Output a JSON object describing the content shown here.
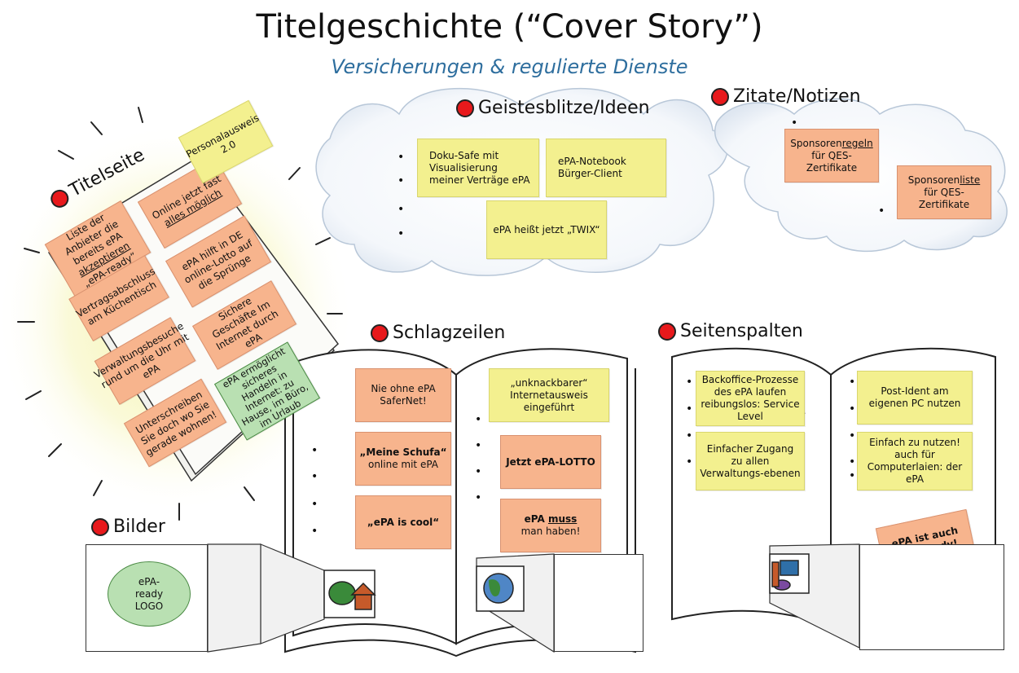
{
  "title": "Titelgeschichte (“Cover Story”)",
  "subtitle": "Versicherungen & regulierte Dienste",
  "sections": {
    "titelseite": "Titelseite",
    "geistesblitze": "Geistesblitze/Ideen",
    "zitate": "Zitate/Notizen",
    "schlagzeilen": "Schlagzeilen",
    "seitenspalten": "Seitenspalten",
    "bilder": "Bilder"
  },
  "titelseite": {
    "personalausweis": "Personalausweis 2.0",
    "notes": [
      {
        "pre": "Liste der Anbieter die bereits ePA ",
        "u": "akzeptieren",
        "post": " „ePA-ready“"
      },
      {
        "pre": "Online jetzt fast ",
        "u": "alles möglich",
        "post": ""
      },
      {
        "pre": "Vertragsabschluss am Küchentisch",
        "u": "",
        "post": ""
      },
      {
        "pre": "ePA hilft in DE online-Lotto auf die Sprünge",
        "u": "",
        "post": ""
      },
      {
        "pre": "Verwaltungsbesuche rund um die Uhr mit ePA",
        "u": "",
        "post": ""
      },
      {
        "pre": "Sichere Geschäfte Im Internet durch ePA",
        "u": "",
        "post": ""
      },
      {
        "pre": "Unterschreiben Sie doch wo Sie gerade wohnen!",
        "u": "",
        "post": ""
      },
      {
        "pre": "ePA ermöglicht sicheres Handeln in Internet: zu Hause, im Büro, im Urlaub",
        "u": "",
        "post": ""
      }
    ]
  },
  "ideas": {
    "doku_safe": "Doku-Safe mit Visualisierung meiner Verträge ePA",
    "notebook": "ePA-Notebook Bürger-Client",
    "twix": "ePA heißt jetzt „TWIX“"
  },
  "notes": {
    "regeln_pre": "Sponsoren",
    "regeln_u": "regeln",
    "regeln_post": "für QES-Zertifikate",
    "liste_pre": "Sponsoren",
    "liste_u": "liste",
    "liste_post": "für QES-Zertifikate"
  },
  "schlagzeilen": {
    "safernet": "Nie ohne ePA SaferNet!",
    "schufa_b": "„Meine Schufa“",
    "schufa_rest": "online mit ePA",
    "cool": "„ePA is cool“",
    "ausweis": "„unknackbarer“ Internetausweis eingeführt",
    "lotto": "Jetzt ePA-LOTTO",
    "muss_pre": "ePA ",
    "muss_u": "muss",
    "muss_post": "man haben!"
  },
  "seitenspalten": {
    "backoffice": "Backoffice-Prozesse des ePA laufen reibungslos: Service Level",
    "zugang": "Einfacher Zugang zu allen Verwaltungs-ebenen",
    "postident": "Post-Ident am eigenen PC nutzen",
    "einfach": "Einfach zu nutzen! auch für Computerlaien: der ePA",
    "qes": "ePA ist auch QES-ready!"
  },
  "bilder": {
    "logo": "ePA-ready LOGO"
  },
  "colors": {
    "yellow_note": "#f3f08f",
    "orange_note": "#f7b48d",
    "green_note": "#b9e0b2",
    "red_dot": "#e8191c",
    "subtitle": "#2e6e9e"
  }
}
